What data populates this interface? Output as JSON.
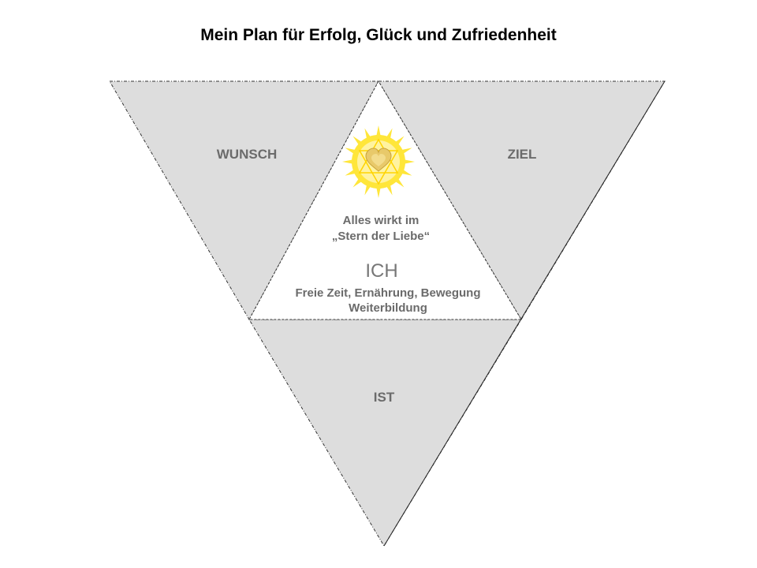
{
  "title": "Mein Plan für Erfolg, Glück und Zufriedenheit",
  "sections": {
    "wunsch": "WUNSCH",
    "ziel": "ZIEL",
    "ist": "IST",
    "ich": "ICH"
  },
  "center": {
    "line1": "Alles wirkt im",
    "line2": "„Stern der Liebe“",
    "focus_line1": "Freie Zeit, Ernährung, Bewegung",
    "focus_line2": "Weiterbildung"
  },
  "icons": {
    "sun": "sun-heart-icon"
  },
  "colors": {
    "segment_fill": "#dddddd",
    "center_fill": "#ffffff",
    "label": "#6b6b6b",
    "sun_outer": "#ffe63a",
    "sun_inner": "#fff3a0",
    "heart": "#e8c96a"
  }
}
